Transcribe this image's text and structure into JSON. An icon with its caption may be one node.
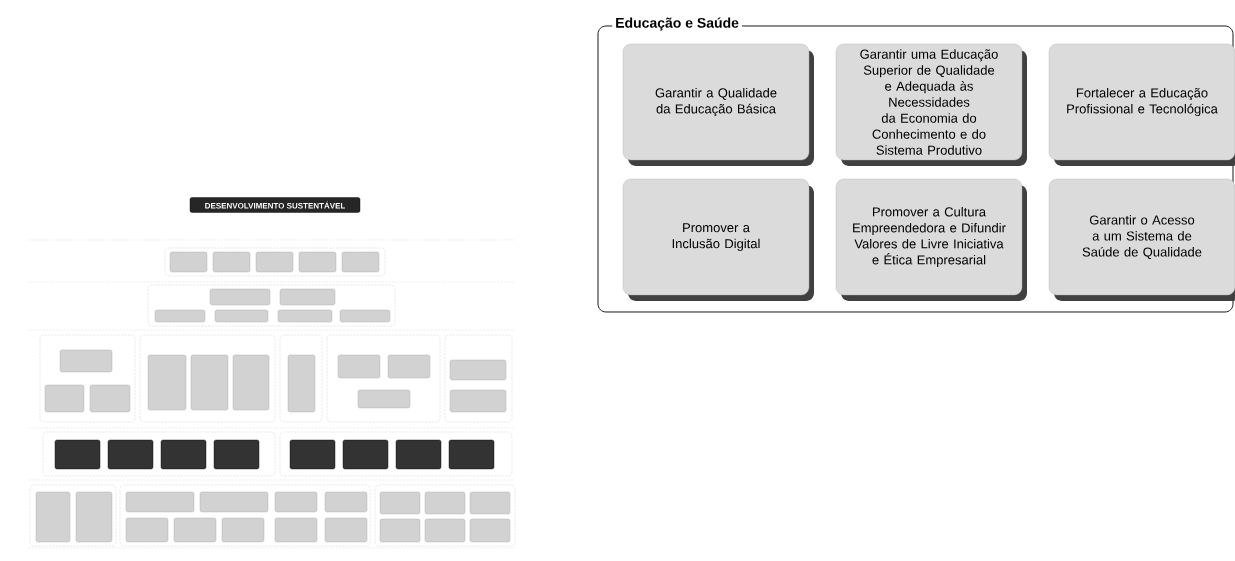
{
  "diagram": {
    "nodes": [
      {
        "text": [
          "DESENVOLVIMENTO SUSTENTÁVEL"
        ]
      },
      {
        "text": [
          "Educação e Saúde"
        ]
      },
      {
        "text": [
          "Garantir a Qualidade da Educação Básica"
        ],
        "in": 1
      },
      {
        "text": [
          "Garantir uma Educação Superior de Qualidade e Adequada às Necessidades da Economia do Conhecimento e do Sistema Produtivo"
        ],
        "in": 1
      },
      {
        "text": [
          "Fortalecer a Educação Profissional e Tecnológica"
        ],
        "in": 1
      },
      {
        "text": [
          "Promover a Inclusão Digital"
        ],
        "in": 1
      },
      {
        "text": [
          "Promover a Cultura Empreendedora e Difundir Valores de Livre Iniciativa e Ética Empresarial"
        ],
        "in": 1
      },
      {
        "text": [
          "Garantir o Acesso a um Sistema de Saúde de Qualidade"
        ],
        "in": 1
      }
    ]
  }
}
